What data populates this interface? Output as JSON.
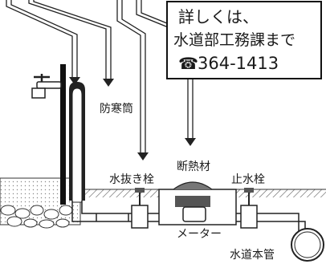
{
  "info_box": {
    "line1": "詳しくは、",
    "line2": "水道部工務課まで",
    "phone_symbol": "☎",
    "phone": "364-1413"
  },
  "labels": {
    "frost_tube": "防寒筒",
    "drain_valve": "水抜き栓",
    "insulation": "断熱材",
    "stop_valve": "止水栓",
    "meter": "メーター",
    "water_main": "水道本管"
  }
}
